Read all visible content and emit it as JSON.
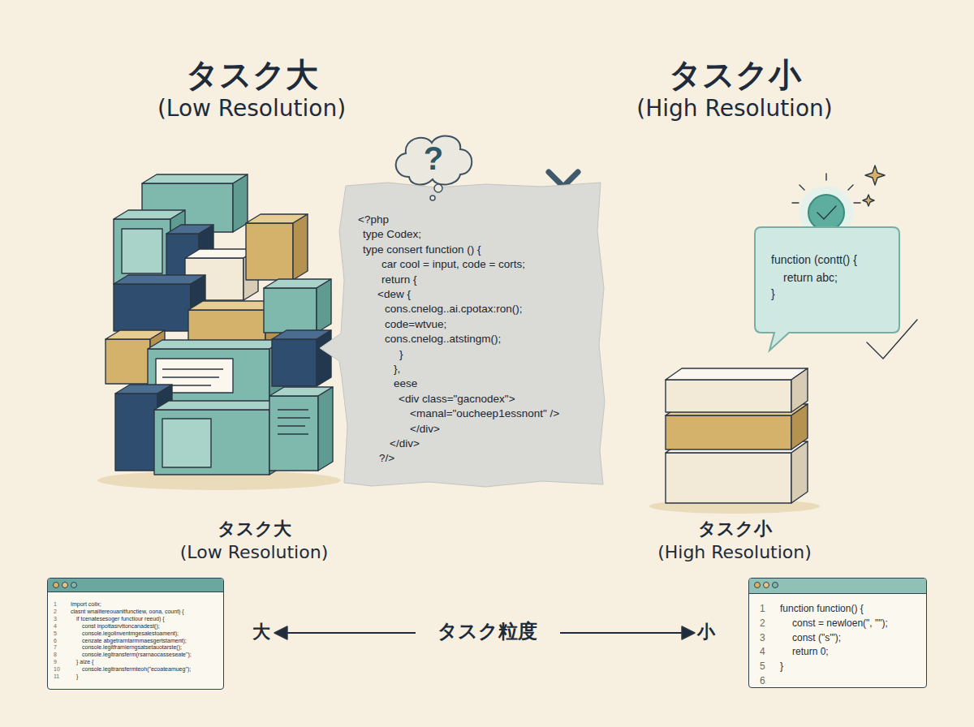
{
  "diagram": {
    "nodes": [
      {
        "text": [
          "?"
        ]
      },
      {
        "text": [
          "<?php",
          "type Codex;",
          "type consert function () {",
          "car cool = input, code = corts;",
          "return {",
          "<dew {",
          "cons.cnelog..ai.cpotax:ron();",
          "code=wtvue;",
          "cons.cnelog..atstingm();",
          "}",
          "},",
          "eese",
          "<div class=\"gacnodex\">",
          "<manal=\"oucheep1essnont\" />",
          "</div>",
          "</div>",
          "?/>"
        ]
      },
      {
        "text": [
          "function (contt() {",
          "return abc;",
          "}"
        ]
      },
      {
        "text": [
          "1",
          "Import coilx;",
          "2",
          "clasnt wnaiitereouanitfunctiew, oona, count) {",
          "3",
          "if tcenatesesoger functiour reeud) {",
          "4",
          "const inpottasrvttoncanadest();",
          "5",
          "console.legolinventmgesalestoament);",
          "6",
          "cenzate abgetrarntarmmaesgertstament);",
          "7",
          "console.legitframierngsatsetauotarste();",
          "8",
          "console.legitransferm(rsarnaocasseseate\");",
          "9",
          "} aize {",
          "10",
          "console.legitransfermteoh(\"ecoateamueg\");",
          "11",
          "}"
        ]
      },
      {
        "text": [
          "1",
          "function function() {",
          "2",
          "const = newloen(\", \"\");",
          "3",
          "const (\"s'\");",
          "4",
          "return 0;",
          "5",
          "}",
          "6"
        ]
      }
    ],
    "labels": [
      "タスク大",
      "(Low Resolution)",
      "タスク小",
      "(High Resolution)",
      "タスク大",
      "(Low Resolution)",
      "タスク小",
      "(High Resolution)",
      "大",
      "タスク粒度",
      "小"
    ]
  }
}
